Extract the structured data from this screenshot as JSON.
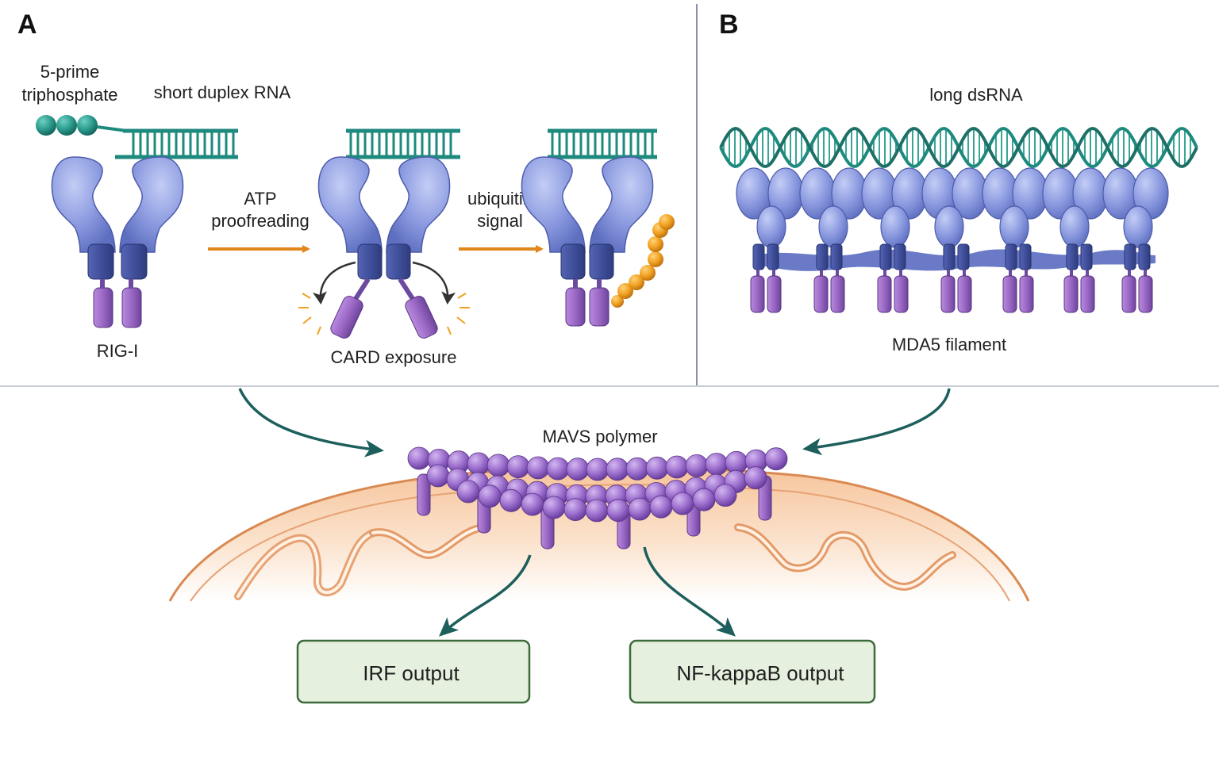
{
  "panels": {
    "a_letter": "A",
    "b_letter": "B"
  },
  "panel_a": {
    "triphosphate_line1": "5-prime",
    "triphosphate_line2": "triphosphate",
    "short_rna": "short duplex RNA",
    "atp_line1": "ATP",
    "atp_line2": "proofreading",
    "ubiquitin_line1": "ubiquitin",
    "ubiquitin_line2": "signal",
    "rig_i": "RIG-I",
    "card_exposure": "CARD exposure"
  },
  "panel_b": {
    "long_dsrna": "long dsRNA",
    "mda5": "MDA5 filament"
  },
  "bottom": {
    "mavs": "MAVS polymer",
    "irf": "IRF output",
    "nfkb": "NF-kappaB output"
  },
  "colors": {
    "helicase": "#8c9be0",
    "ctd_dark": "#3f4f9a",
    "card": "#9a68c4",
    "rna": "#1e8a7e",
    "arrow_orange": "#e0861c",
    "arrow_teal": "#1d5f5c",
    "ubiquitin": "#f0a020",
    "mito_outer": "#f2b07c",
    "output_box_fill": "#e5f0de",
    "output_box_stroke": "#3d6b3a"
  }
}
